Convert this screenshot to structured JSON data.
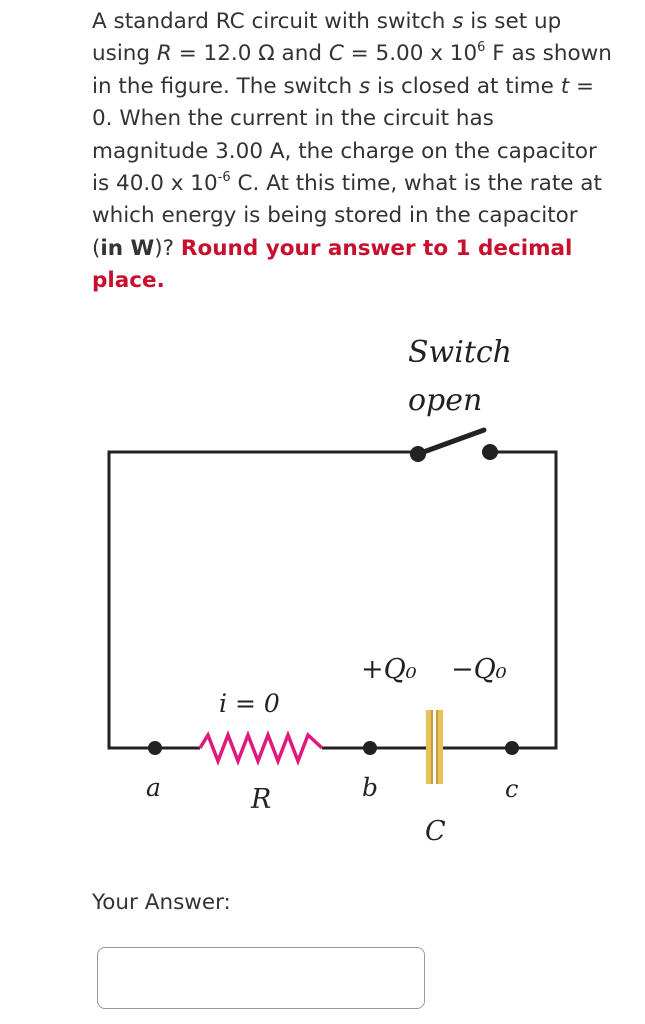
{
  "question": {
    "p1": "A standard RC circuit with switch ",
    "var_s": "s",
    "p2": " is set up using ",
    "var_R": "R",
    "p3": " = 12.0 Ω and ",
    "var_C": "C",
    "p4": " = 5.00 x 10",
    "exp1": "6",
    "p5": " F as shown in the figure. The switch ",
    "var_s2": "s",
    "p6": " is closed at time ",
    "var_t": "t",
    "p7": " = 0. When the current in the circuit has magnitude 3.00 A, the charge on the capacitor is 40.0 x 10",
    "exp2": "-6",
    "p8": " C. At this time, what is the rate at which energy is being stored in the capacitor (",
    "bold_unit": "in W",
    "p9": ")? ",
    "round_instruction": "Round your answer to 1 decimal place."
  },
  "figure": {
    "switch_label_1": "Switch",
    "switch_label_2": "open",
    "charge_plus": "+Q₀",
    "charge_minus": "−Q₀",
    "current_label": "i = 0",
    "node_a": "a",
    "node_b": "b",
    "node_c": "c",
    "resistor_label": "R",
    "capacitor_label": "C",
    "colors": {
      "wire": "#222222",
      "resistor": "#e0197d",
      "capacitor_plate": "#e8c15a"
    }
  },
  "answer": {
    "label": "Your Answer:",
    "value": ""
  }
}
